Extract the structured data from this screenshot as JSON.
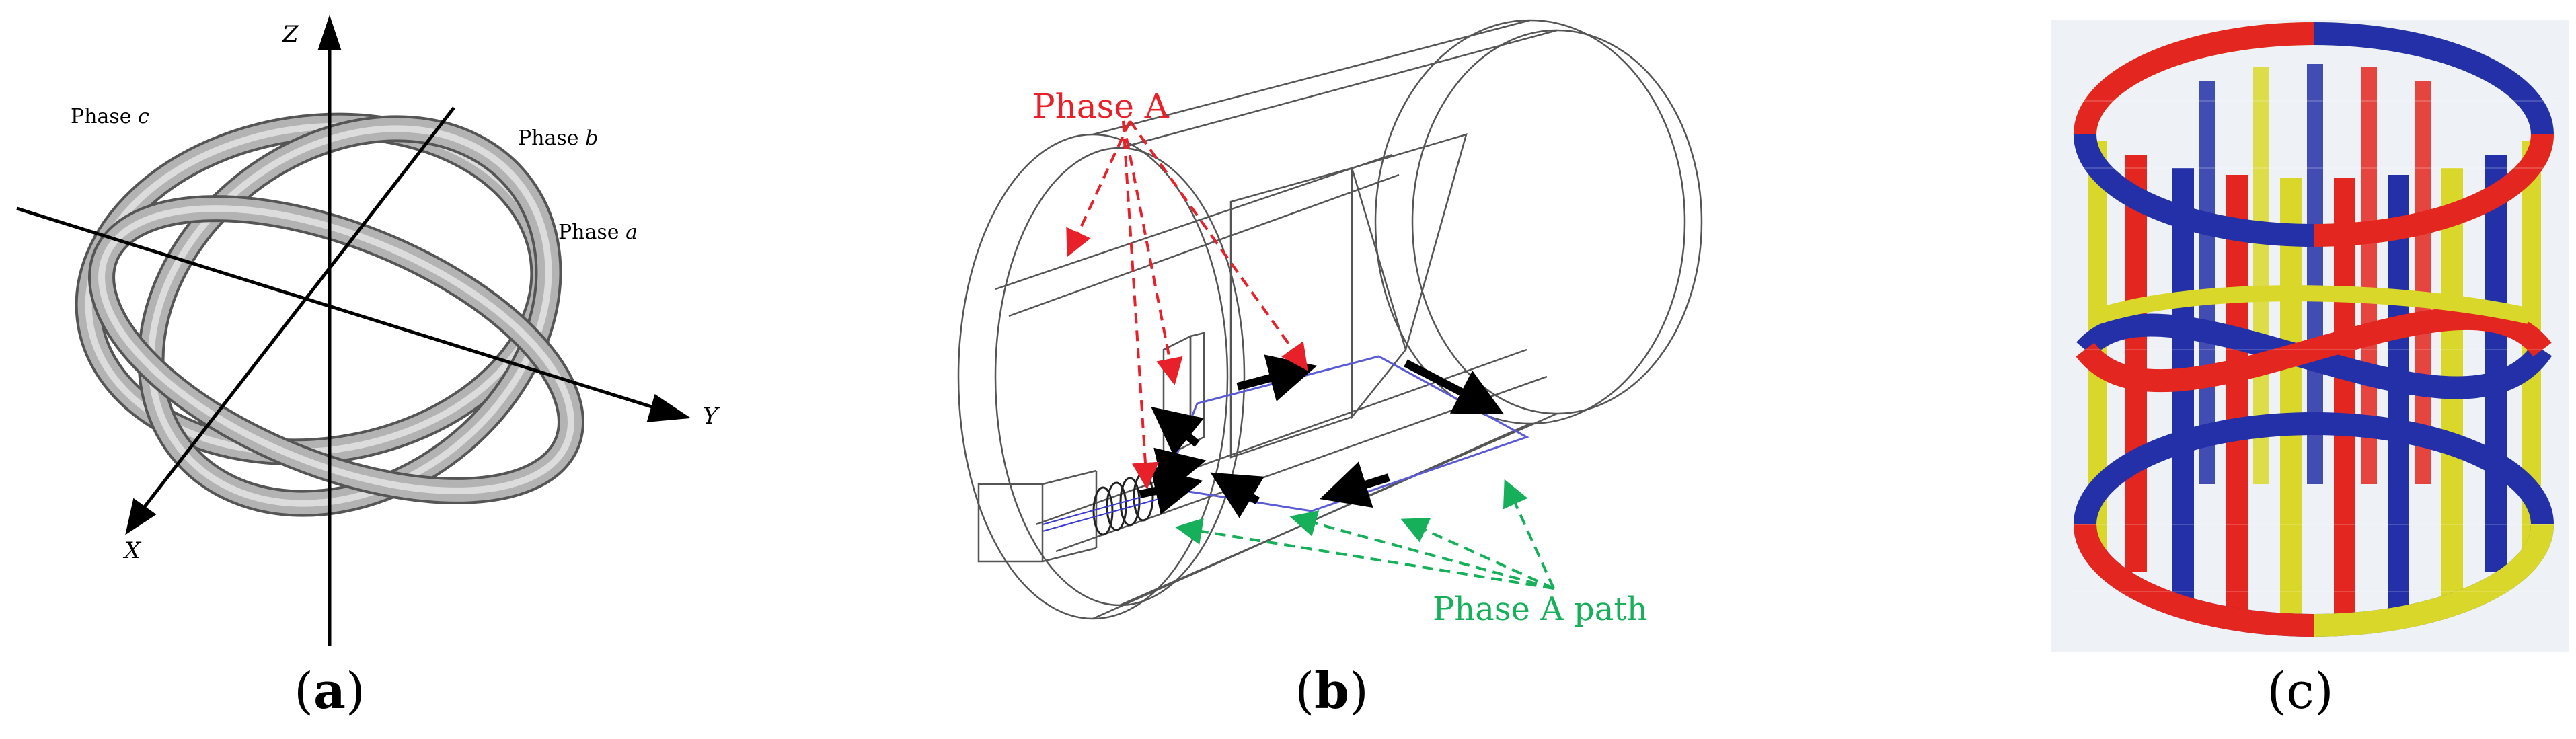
{
  "panels": {
    "a": {
      "caption_letter": "a",
      "axis_z": "Z",
      "axis_y": "Y",
      "axis_x": "X",
      "label_phase_c": "Phase",
      "label_phase_c_letter": "c",
      "label_phase_b": "Phase",
      "label_phase_b_letter": "b",
      "label_phase_a": "Phase",
      "label_phase_a_letter": "a"
    },
    "b": {
      "caption_letter": "b",
      "label_phase_a": "Phase A",
      "label_phase_a_path": "Phase A path"
    },
    "c": {
      "caption_letter": "c"
    }
  },
  "colors": {
    "ring_gray": "#a9a9a9",
    "phase_red": "#e8202a",
    "phase_green": "#16b05a",
    "coil_red": "#e3261f",
    "coil_blue": "#2330a8",
    "coil_yellow": "#d9d82a"
  }
}
